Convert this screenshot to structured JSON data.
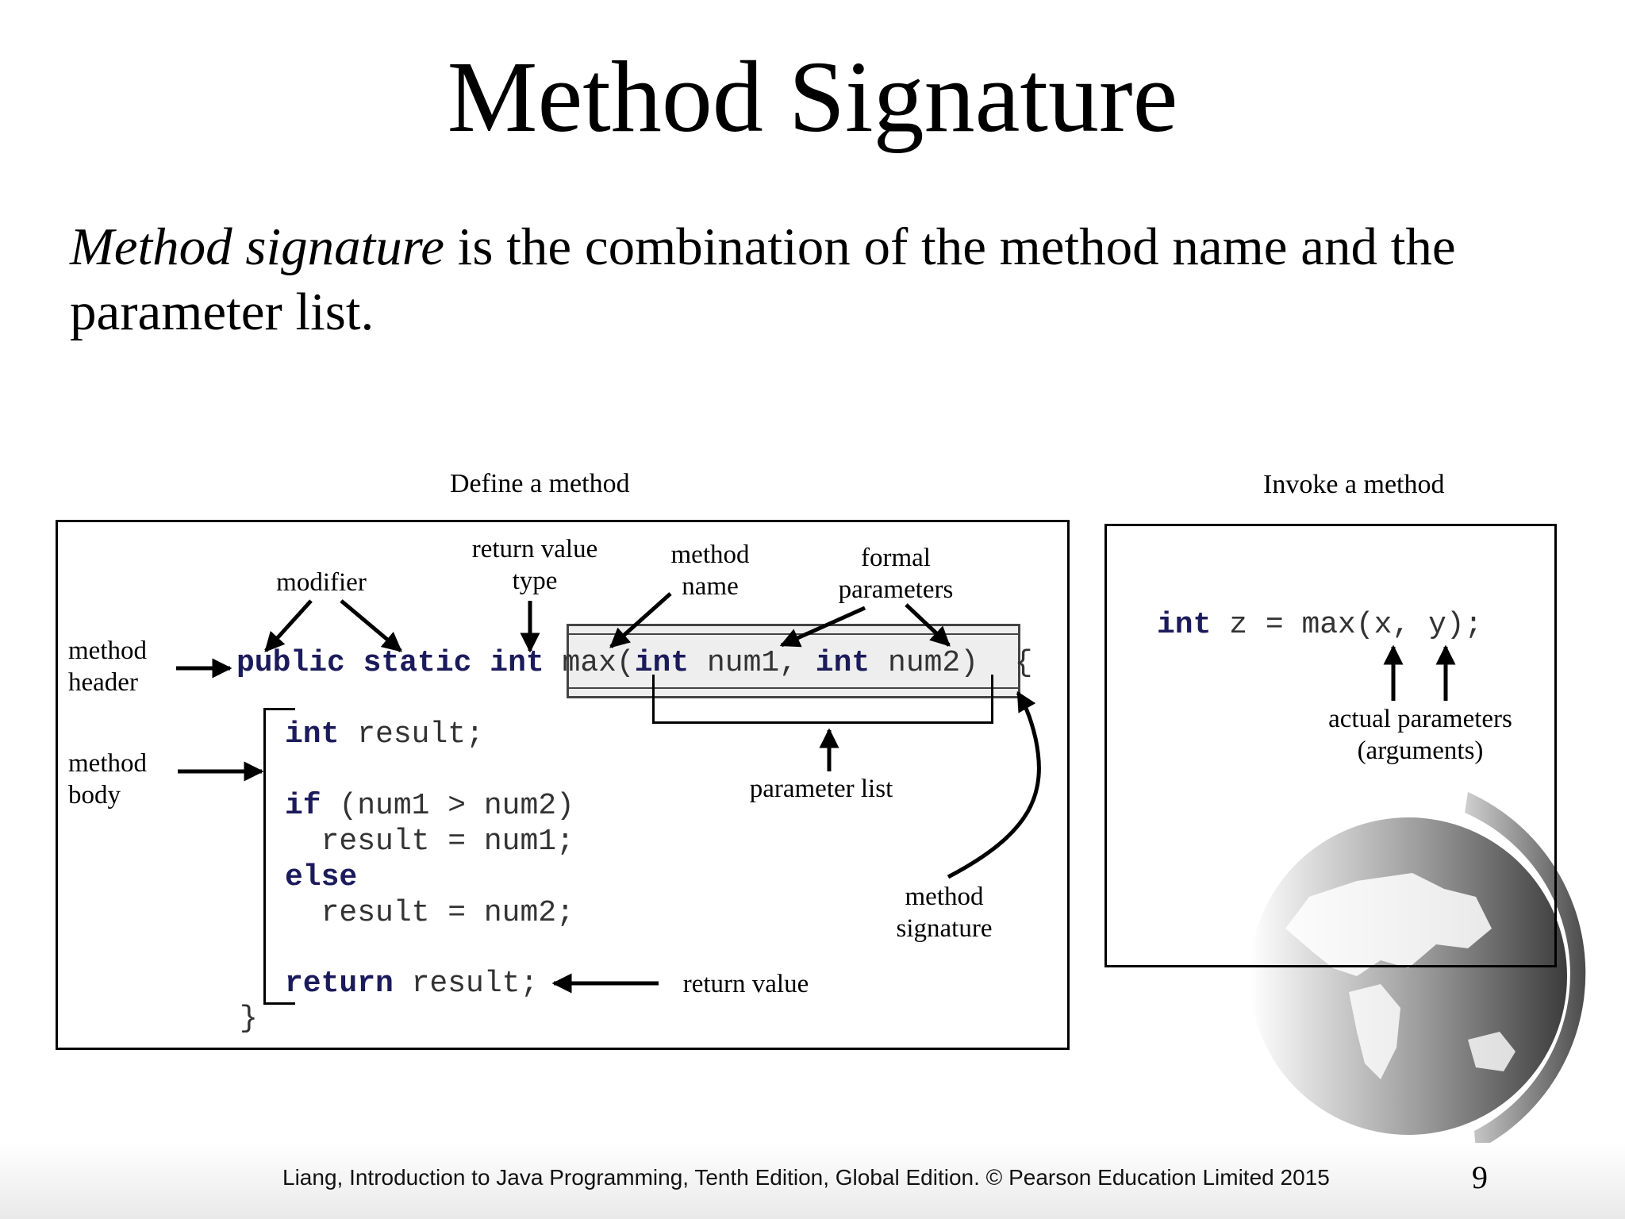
{
  "slide": {
    "title": "Method Signature",
    "intro_term": "Method signature",
    "intro_rest": " is the combination of the method name and the parameter list."
  },
  "define": {
    "caption": "Define a method",
    "labels": {
      "modifier": "modifier",
      "return_type": "return value\ntype",
      "method_name": "method\nname",
      "formal_params": "formal\nparameters",
      "method_header": "method\nheader",
      "method_body": "method\nbody",
      "parameter_list": "parameter list",
      "method_signature": "method\nsignature",
      "return_value": "return value"
    },
    "code": {
      "kw_public": "public",
      "kw_static": "static",
      "kw_int1": "int",
      "sig_max": "max(",
      "kw_int2": "int",
      "p1": " num1, ",
      "kw_int3": "int",
      "p2": " num2)",
      "brace_open": "{",
      "kw_int4": "int",
      "line_result": " result;",
      "kw_if": "if",
      "line_if": " (num1 > num2)",
      "line_r1": "  result = num1;",
      "kw_else": "else",
      "line_r2": "  result = num2;",
      "kw_return": "return",
      "line_return": " result;",
      "brace_close": "}"
    }
  },
  "invoke": {
    "caption": "Invoke a method",
    "kw_int": "int",
    "expr": " z = max(x, y);",
    "actual_params": "actual parameters\n(arguments)"
  },
  "footer": {
    "citation": "Liang, Introduction to Java Programming, Tenth Edition, Global Edition. © Pearson Education Limited 2015",
    "page": "9"
  },
  "colors": {
    "keyword": "#1b1b5c",
    "code": "#333333",
    "signature_box": "#eeeeee"
  }
}
